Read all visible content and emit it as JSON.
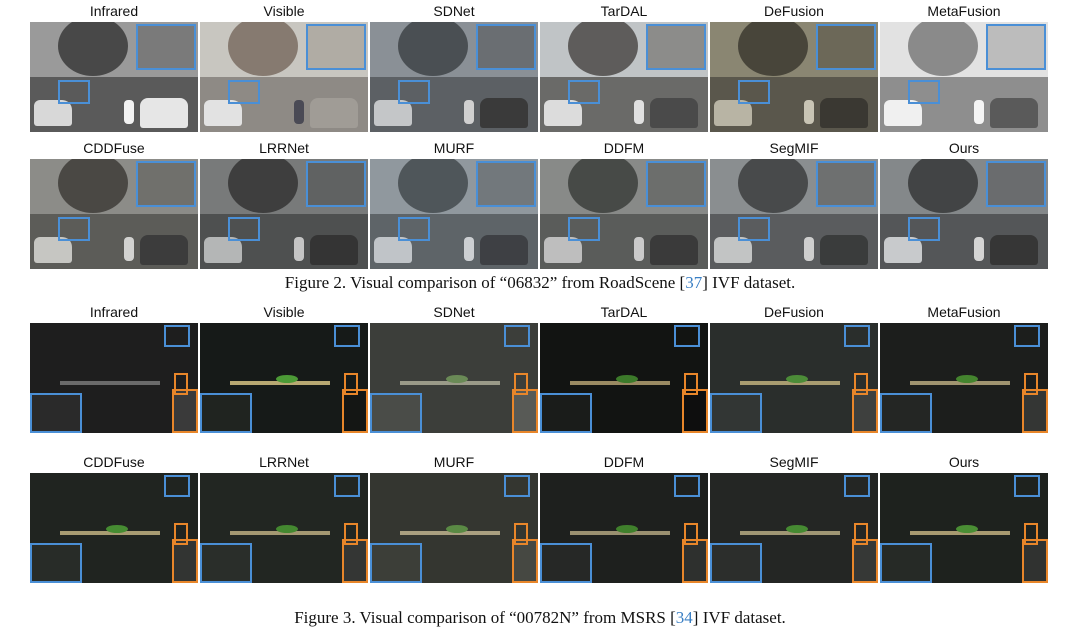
{
  "figures": [
    {
      "row1_labels": [
        "Infrared",
        "Visible",
        "SDNet",
        "TarDAL",
        "DeFusion",
        "MetaFusion"
      ],
      "row2_labels": [
        "CDDFuse",
        "LRRNet",
        "MURF",
        "DDFM",
        "SegMIF",
        "Ours"
      ],
      "caption_before": "Figure 2. Visual comparison of “06832” from RoadScene [",
      "caption_cite": "37",
      "caption_after": "] IVF dataset."
    },
    {
      "row1_labels": [
        "Infrared",
        "Visible",
        "SDNet",
        "TarDAL",
        "DeFusion",
        "MetaFusion"
      ],
      "row2_labels": [
        "CDDFuse",
        "LRRNet",
        "MURF",
        "DDFM",
        "SegMIF",
        "Ours"
      ],
      "caption_before": "Figure 3. Visual comparison of “00782N” from MSRS [",
      "caption_cite": "34",
      "caption_after": "] IVF dataset."
    }
  ],
  "colors": {
    "zoom_box_blue": "#4a8fd6",
    "zoom_box_orange": "#e8862a",
    "citation_link": "#3a7fc4"
  }
}
